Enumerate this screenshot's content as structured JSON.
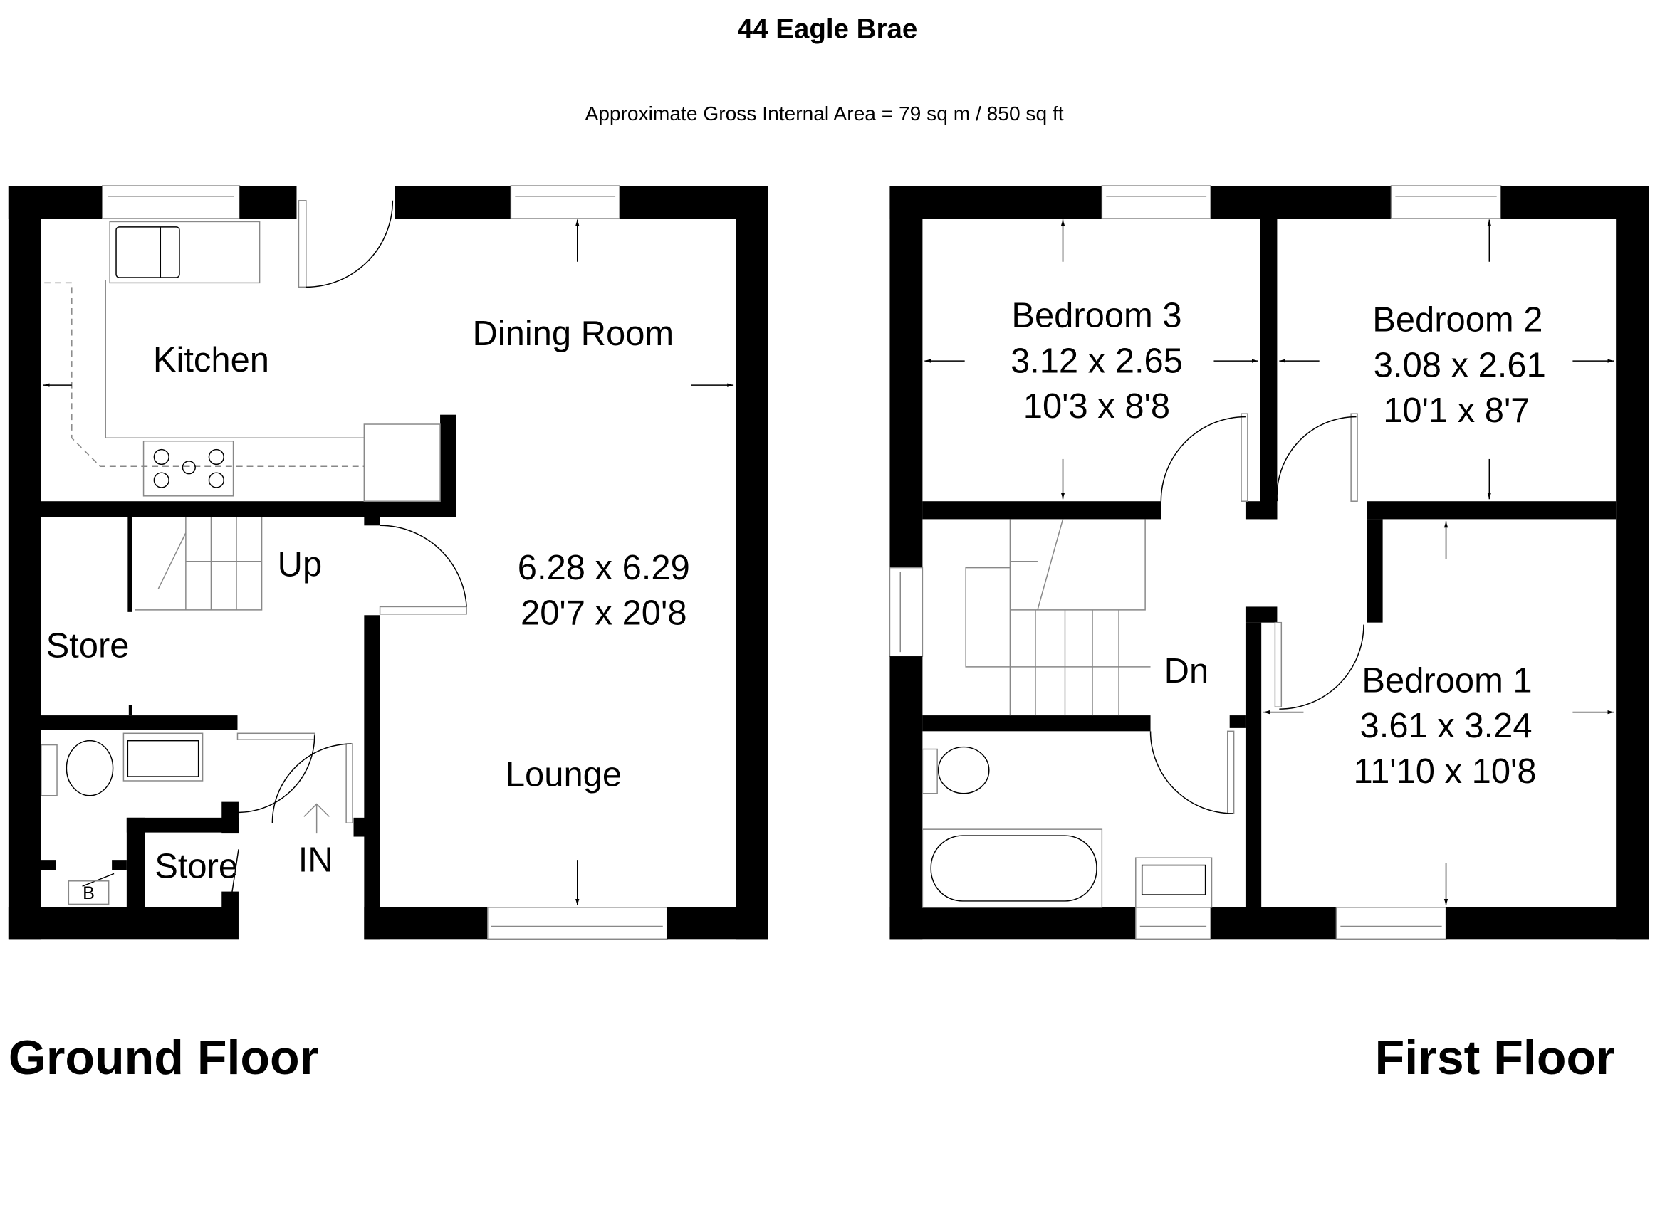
{
  "header": {
    "title": "44 Eagle Brae",
    "area": "Approximate Gross Internal Area = 79 sq m / 850 sq ft"
  },
  "ground_floor": {
    "label": "Ground Floor",
    "kitchen": "Kitchen",
    "dining": "Dining Room",
    "lounge_dim_m": "6.28 x 6.29",
    "lounge_dim_ft": "20'7 x 20'8",
    "lounge": "Lounge",
    "up": "Up",
    "store1": "Store",
    "store2": "Store",
    "boiler": "B",
    "entrance": "IN"
  },
  "first_floor": {
    "label": "First Floor",
    "bed3": {
      "name": "Bedroom 3",
      "m": "3.12 x 2.65",
      "ft": "10'3 x 8'8"
    },
    "bed2": {
      "name": "Bedroom 2",
      "m": "3.08 x 2.61",
      "ft": "10'1 x 8'7"
    },
    "bed1": {
      "name": "Bedroom 1",
      "m": "3.61 x 3.24",
      "ft": "11'10 x 10'8"
    },
    "down": "Dn"
  }
}
